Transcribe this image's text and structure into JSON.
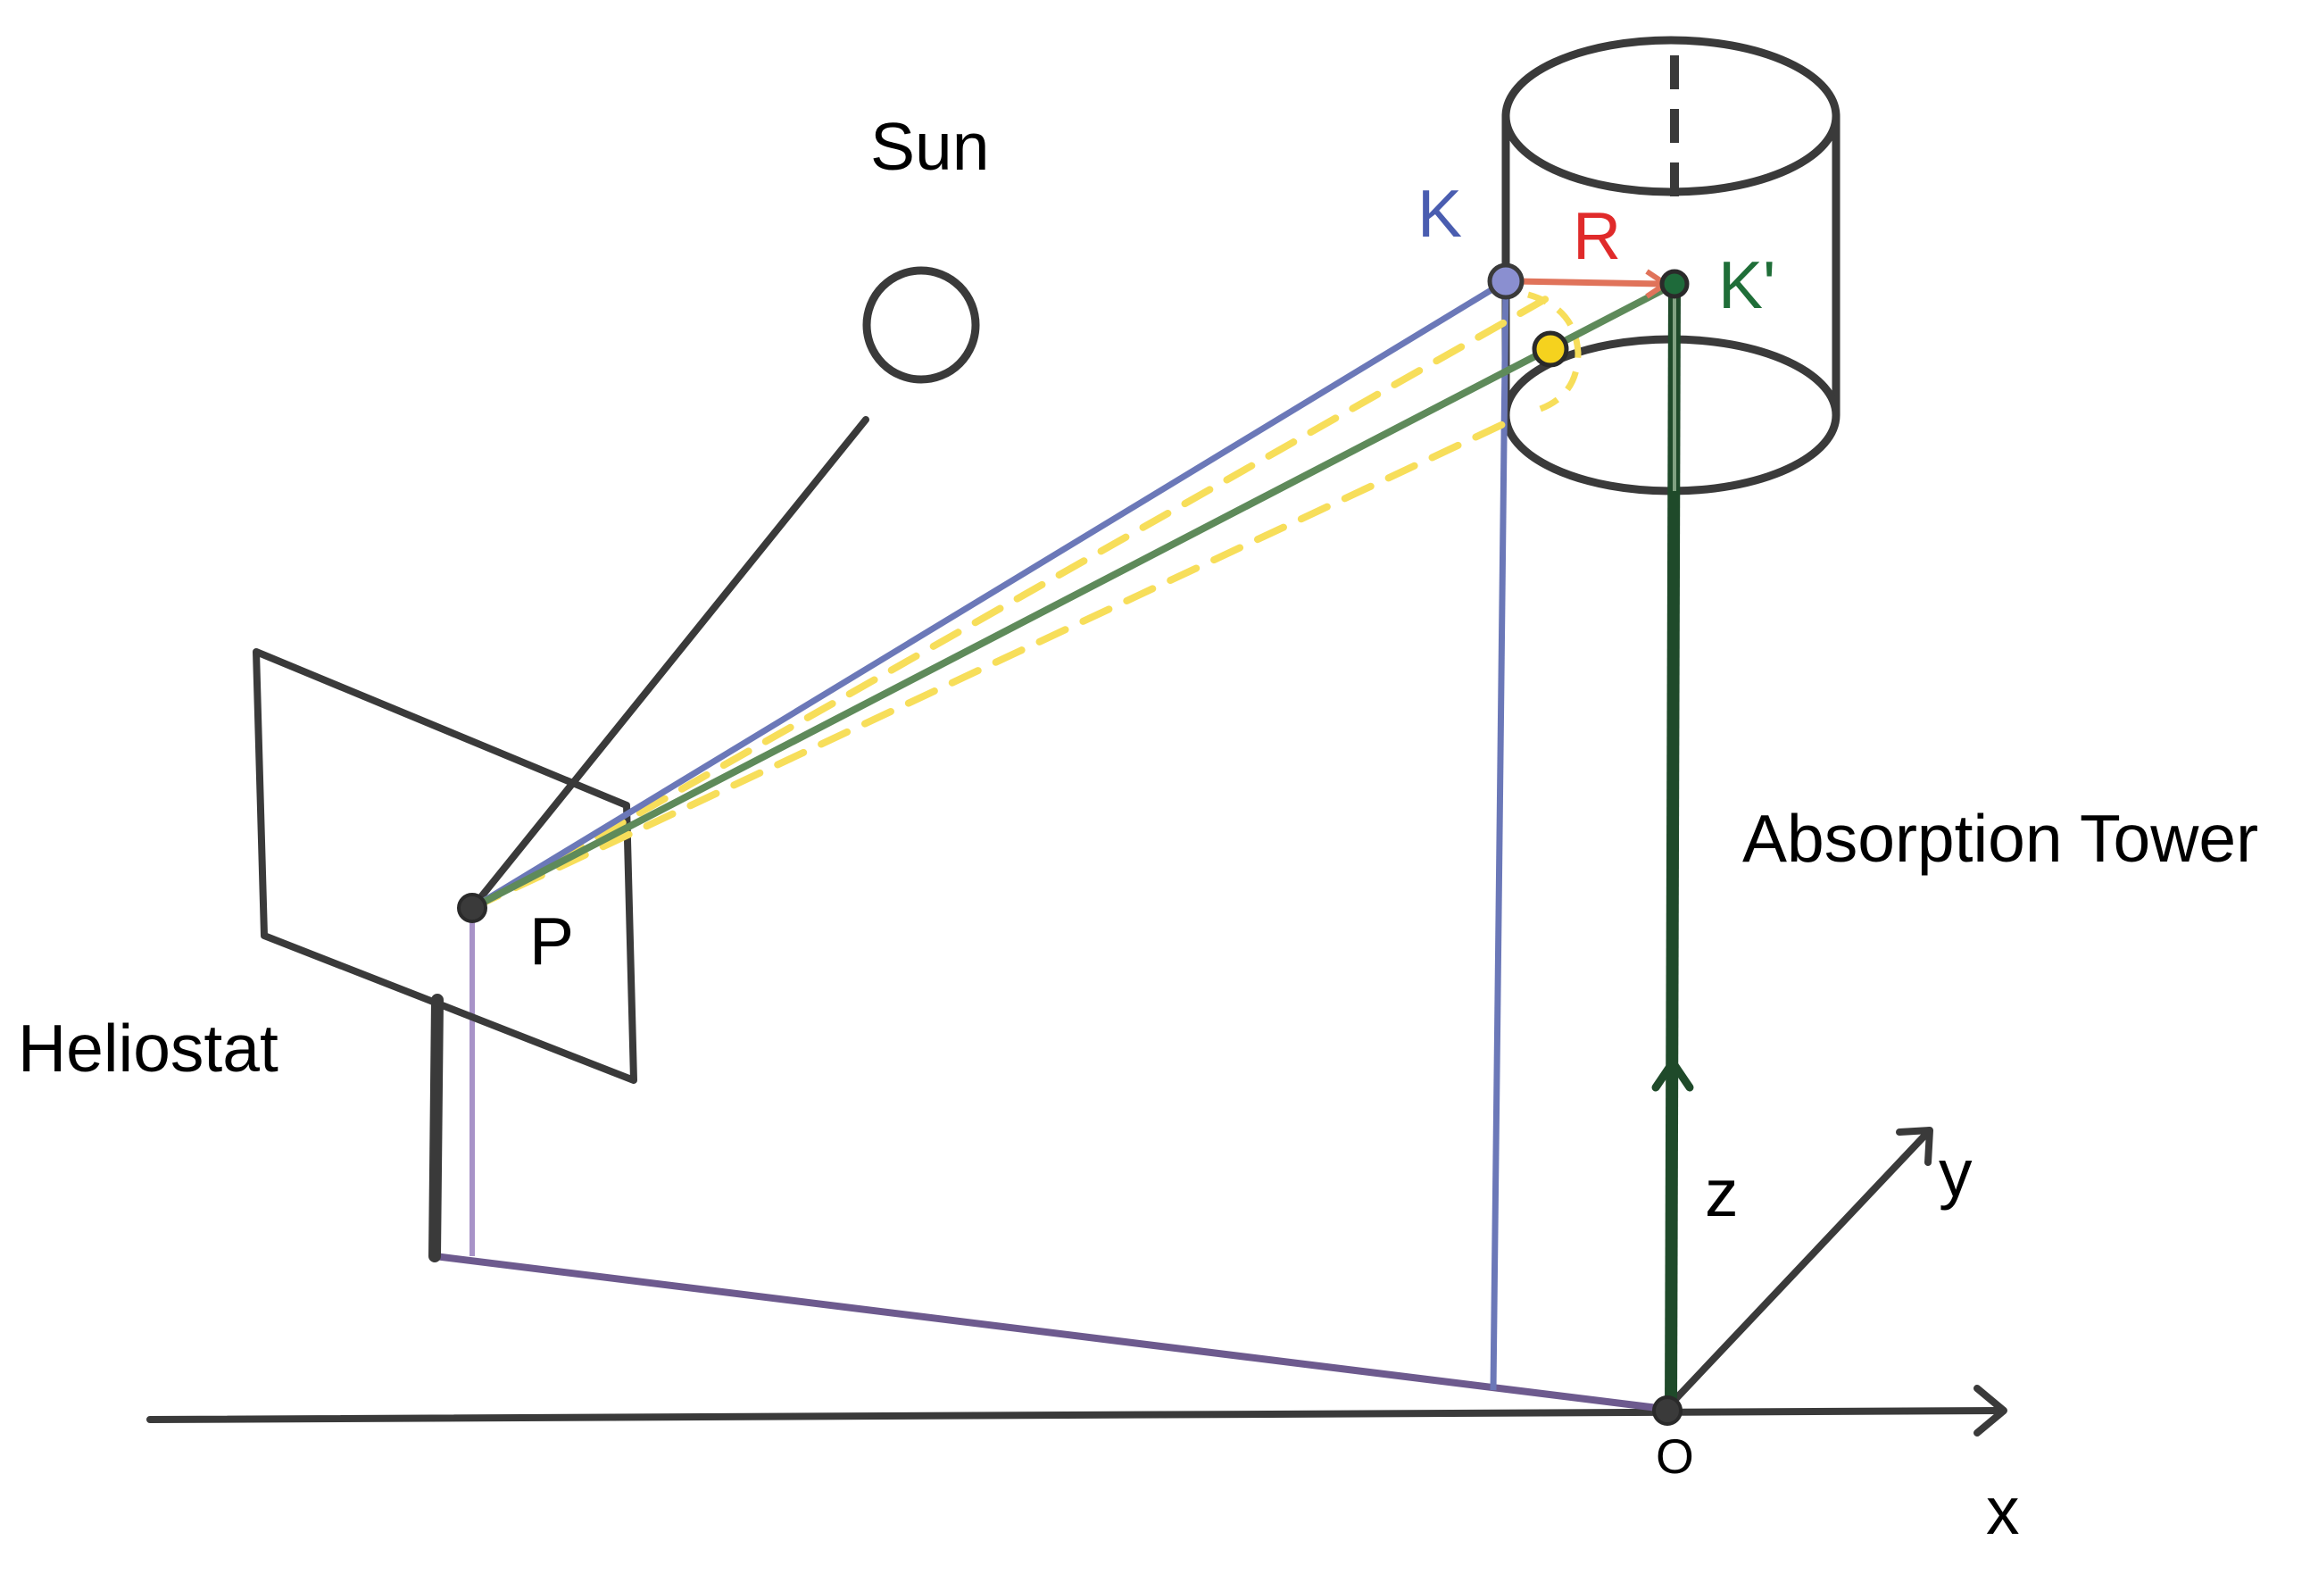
{
  "labels": {
    "sun": "Sun",
    "heliostat": "Heliostat",
    "absorption_tower": "Absorption Tower",
    "point_p": "P",
    "point_k": "K",
    "point_k_prime": "K'",
    "radius": "R",
    "origin": "O",
    "axis_x": "x",
    "axis_y": "y",
    "axis_z": "z"
  },
  "colors": {
    "structure": "#3a3a3a",
    "k_ray": "#6b78b8",
    "k_prime_ray": "#5e8a5a",
    "tower_axis": "#1f4a2a",
    "reflection_cone": "#f7de5a",
    "radius": "#e0735a",
    "radius_label": "#e02a2a",
    "k_label": "#4a5db0",
    "k_prime_label": "#1f6e38",
    "ground_projection": "#6d5a8e",
    "p_vertical": "#a893c8",
    "point_k_fill": "#8a8fd0",
    "point_k_prime_fill": "#1e6a3a",
    "aim_point_fill": "#f5d21e",
    "point_dark_fill": "#3a3a3a"
  }
}
